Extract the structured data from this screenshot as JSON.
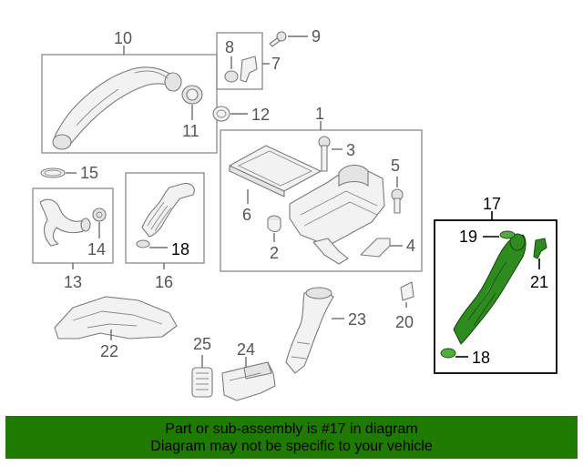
{
  "callouts": {
    "c1": "1",
    "c2": "2",
    "c3": "3",
    "c4": "4",
    "c5": "5",
    "c6": "6",
    "c7": "7",
    "c8": "8",
    "c9": "9",
    "c10": "10",
    "c11": "11",
    "c12": "12",
    "c13": "13",
    "c14": "14",
    "c15": "15",
    "c16": "16",
    "c17": "17",
    "c18a": "18",
    "c18b": "18",
    "c19": "19",
    "c20": "20",
    "c21": "21",
    "c22": "22",
    "c23": "23",
    "c24": "24",
    "c25": "25"
  },
  "banner": {
    "line1": "Part or sub-assembly is #17 in diagram",
    "line2": "Diagram may not be specific to your vehicle"
  },
  "colors": {
    "banner_bg": "#1f7a00",
    "highlight": "#2e8b1e"
  }
}
